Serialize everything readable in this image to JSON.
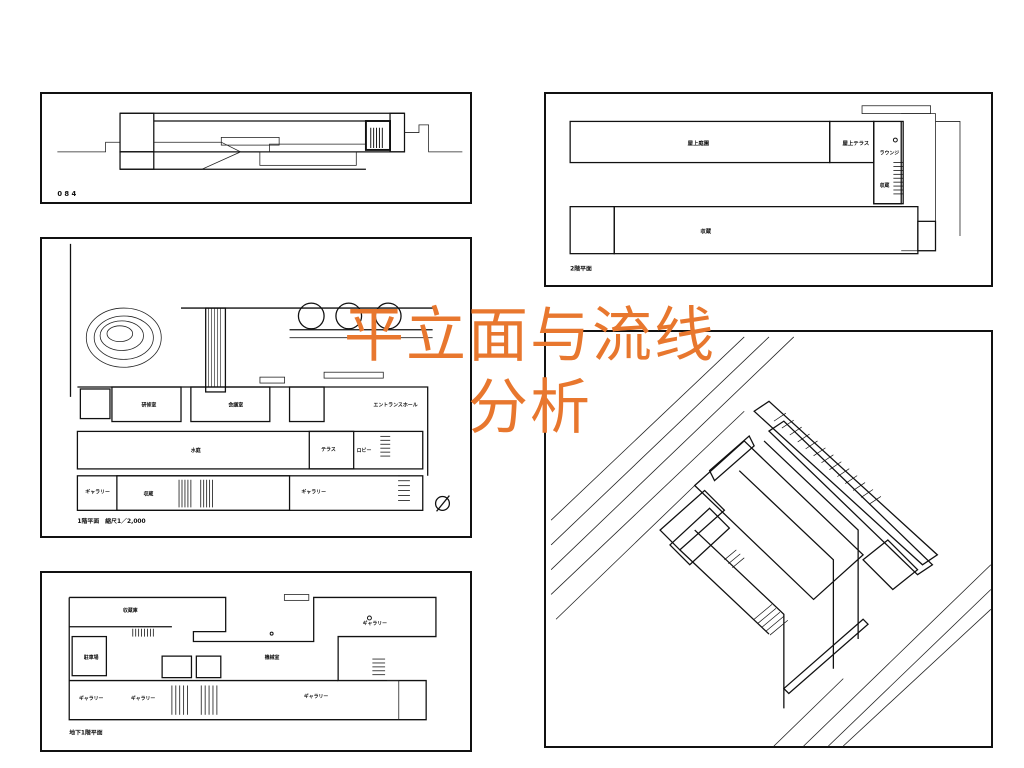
{
  "slide": {
    "title_line1": "平立面与流线",
    "title_line2": "分析",
    "title_color": "#e8772e"
  },
  "section": {
    "label": "0 8 4"
  },
  "plan_floor2": {
    "caption": "2階平面",
    "rooms": [
      "屋上庭園",
      "屋上テラス",
      "ラウンジ",
      "収蔵",
      "収蔵"
    ]
  },
  "plan_floor1": {
    "caption": "1階平面　縮尺1／2,000",
    "rooms": [
      "研修室",
      "会議室",
      "エントランスホール",
      "水庭",
      "テラス",
      "ロビー",
      "ギャラリー",
      "収蔵",
      "ギャラリー"
    ]
  },
  "plan_basement": {
    "caption": "地下1階平面",
    "rooms": [
      "収蔵庫",
      "ギャラリー",
      "駐車場",
      "機械室",
      "ギャラリー",
      "ギャラリー",
      "ギャラリー"
    ]
  },
  "axonometric": {}
}
